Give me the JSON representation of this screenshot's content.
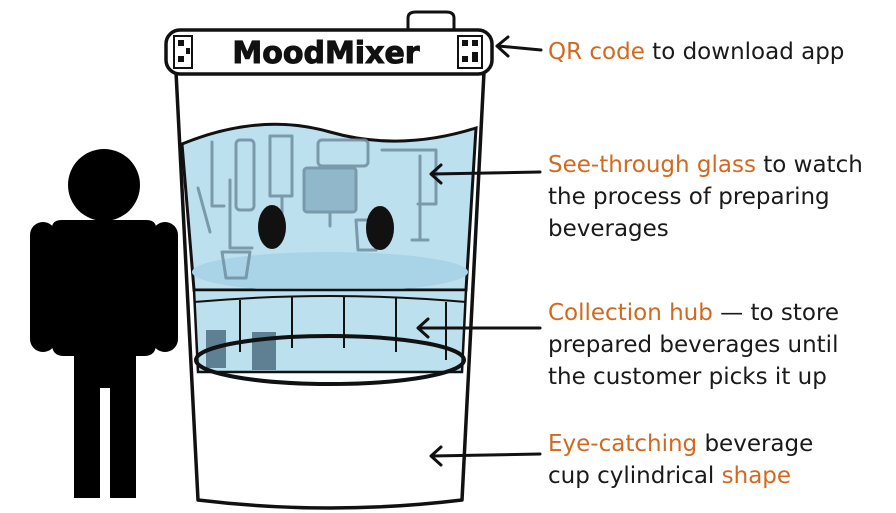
{
  "brand": {
    "name": "MoodMixer"
  },
  "annotations": {
    "qr": {
      "highlight": "QR code",
      "rest": " to download app"
    },
    "glass": {
      "highlight": "See-through glass",
      "line1_rest": " to watch",
      "line2": "the process of preparing",
      "line3": "beverages"
    },
    "hub": {
      "highlight": "Collection hub",
      "line1_rest": " — to store",
      "line2": "prepared beverages until",
      "line3": "the customer picks it up"
    },
    "cup": {
      "highlight1": "Eye-catching",
      "line1_rest": " beverage",
      "line2_text": "cup cylindrical ",
      "highlight2": "shape"
    }
  },
  "colors": {
    "highlight": "#d2691e",
    "glass": "#bde0ee",
    "glass_dark": "#a9d3e6",
    "outline": "#111111",
    "person": "#000000"
  },
  "icons": [
    "person-icon",
    "qr-code-icon",
    "arrow-left-icon"
  ]
}
